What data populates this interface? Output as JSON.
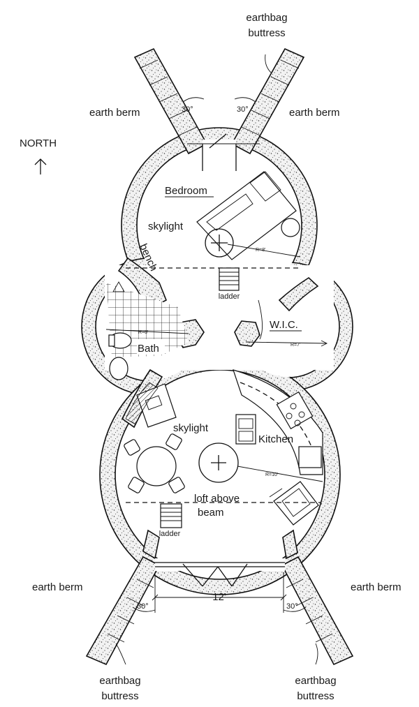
{
  "labels": {
    "north": "NORTH",
    "buttress_top": [
      "earthbag",
      "buttress"
    ],
    "buttress_bottom_left": [
      "earthbag",
      "buttress"
    ],
    "buttress_bottom_right": [
      "earthbag",
      "buttress"
    ],
    "earth_berm": "earth berm",
    "angle": "30°",
    "bedroom": "Bedroom",
    "skylight": "skylight",
    "bench": "bench",
    "ladder": "ladder",
    "bath": "Bath",
    "wic": "W.I.C.",
    "kitchen": "Kitchen",
    "loft": "loft above",
    "beam": "beam",
    "width": "12'",
    "radius_bedroom": "R=8'",
    "radius_bath": "R=8'",
    "radius_wic": "R=7'",
    "radius_kitchen": "R=10'"
  }
}
